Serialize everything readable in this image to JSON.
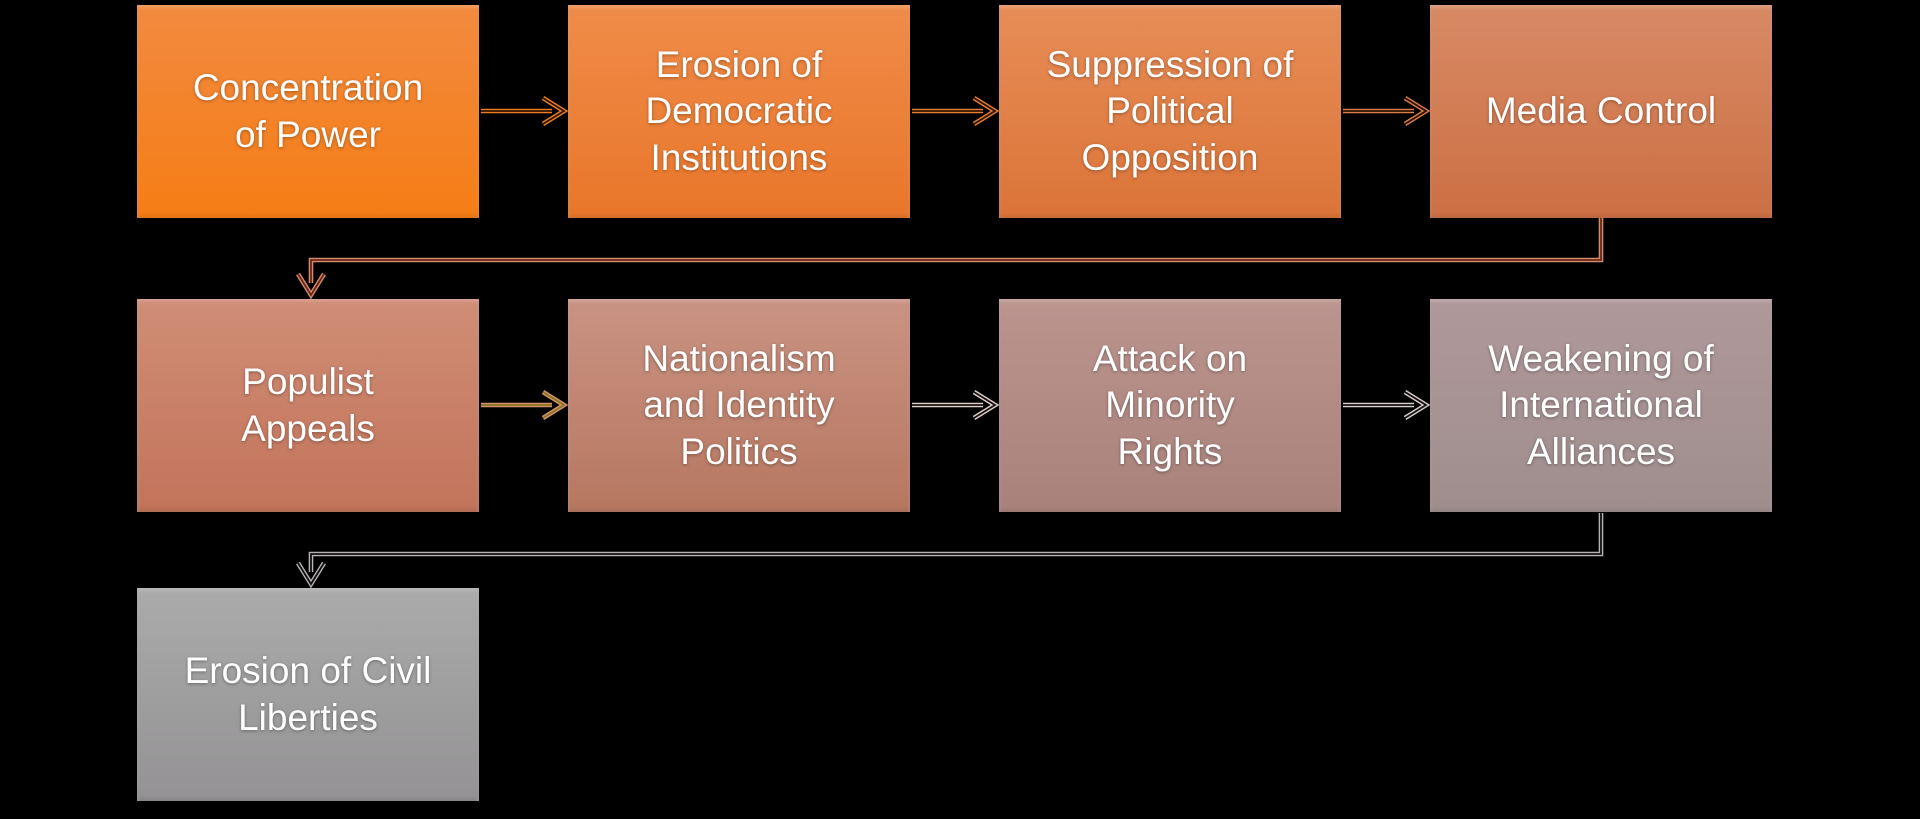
{
  "canvas": {
    "background_color": "#000000",
    "text_color": "#FFFFFF"
  },
  "diagram": {
    "type": "flowchart",
    "nodes": [
      {
        "id": "concentration-of-power",
        "label": "Concentration\nof Power",
        "top_color": "#F28A3F",
        "bottom_color": "#F57D15"
      },
      {
        "id": "erosion-of-democratic-institutions",
        "label": "Erosion of\nDemocratic\nInstitutions",
        "top_color": "#EF8C49",
        "bottom_color": "#E9762A"
      },
      {
        "id": "suppression-of-political-opposition",
        "label": "Suppression of\nPolitical\nOpposition",
        "top_color": "#E78D57",
        "bottom_color": "#DB7438"
      },
      {
        "id": "media-control",
        "label": "Media Control",
        "top_color": "#D88A64",
        "bottom_color": "#CC6F44"
      },
      {
        "id": "populist-appeals",
        "label": "Populist\nAppeals",
        "top_color": "#D08D76",
        "bottom_color": "#C2745A"
      },
      {
        "id": "nationalism-and-identity-politics",
        "label": "Nationalism\nand Identity\nPolitics",
        "top_color": "#C99383",
        "bottom_color": "#B67760"
      },
      {
        "id": "attack-on-minority-rights",
        "label": "Attack on\nMinority\nRights",
        "top_color": "#BC948F",
        "bottom_color": "#A8827A"
      },
      {
        "id": "weakening-of-international-alliances",
        "label": "Weakening of\nInternational\nAlliances",
        "top_color": "#B0989A",
        "bottom_color": "#9F8E8E"
      },
      {
        "id": "erosion-of-civil-liberties",
        "label": "Erosion of Civil\nLiberties",
        "top_color": "#ABABAB",
        "bottom_color": "#949294"
      }
    ],
    "edges": [
      {
        "from": "concentration-of-power",
        "to": "erosion-of-democratic-institutions",
        "color": "#ED7D23",
        "core_color": "#301500"
      },
      {
        "from": "erosion-of-democratic-institutions",
        "to": "suppression-of-political-opposition",
        "color": "#E57E33",
        "core_color": "#301500"
      },
      {
        "from": "suppression-of-political-opposition",
        "to": "media-control",
        "color": "#DA7C48",
        "core_color": "#2A1200"
      },
      {
        "from": "media-control",
        "to": "populist-appeals",
        "color": "#D18B6E",
        "core_color": "#6E2414"
      },
      {
        "from": "populist-appeals",
        "to": "nationalism-and-identity-politics",
        "color": "#D austere",
        "core_color": "#8A741E"
      },
      {
        "from": "nationalism-and-identity-politics",
        "to": "attack-on-minority-rights",
        "color": "#DDD0CA",
        "core_color": "#1A1212"
      },
      {
        "from": "attack-on-minority-rights",
        "to": "weakening-of-international-alliances",
        "color": "#D8CDCD",
        "core_color": "#151111"
      },
      {
        "from": "weakening-of-international-alliances",
        "to": "erosion-of-civil-liberties",
        "color": "#B8B2B2",
        "core_color": "#111111"
      }
    ]
  }
}
